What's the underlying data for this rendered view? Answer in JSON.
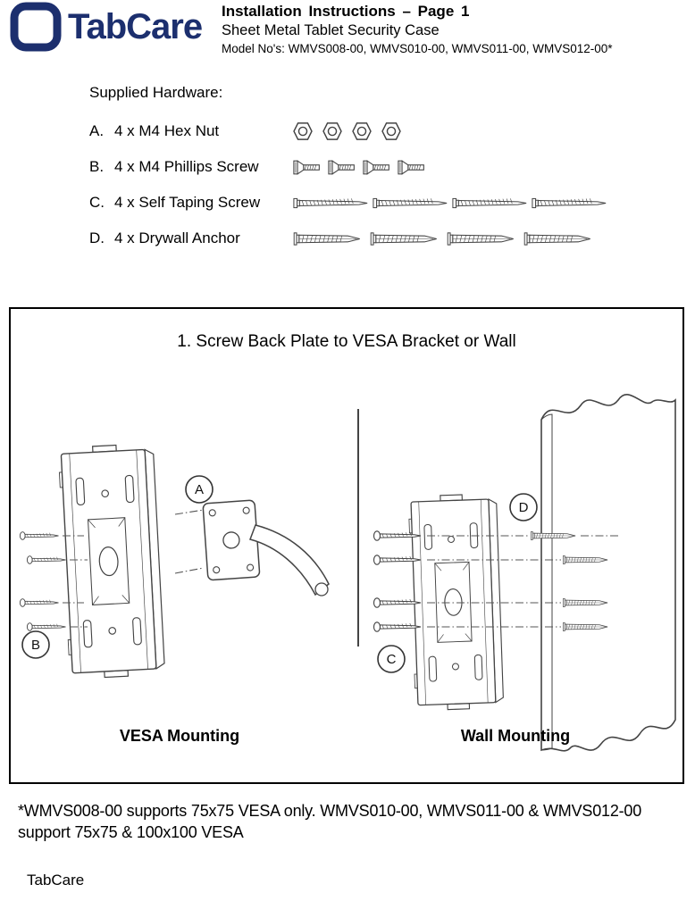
{
  "header": {
    "brand": "TabCare",
    "title": "Installation Instructions – Page 1",
    "subtitle": "Sheet Metal Tablet Security Case",
    "models": "Model No's: WMVS008-00, WMVS010-00, WMVS011-00, WMVS012-00*"
  },
  "hardware": {
    "heading": "Supplied Hardware:",
    "items": [
      {
        "letter": "A.",
        "label": "4 x M4 Hex Nut",
        "icon": "hex-nut-icon",
        "icon_count": 4
      },
      {
        "letter": "B.",
        "label": "4 x M4 Phillips Screw",
        "icon": "phillips-screw-icon",
        "icon_count": 4
      },
      {
        "letter": "C.",
        "label": "4 x Self Taping Screw",
        "icon": "self-taping-screw-icon",
        "icon_count": 4
      },
      {
        "letter": "D.",
        "label": "4 x Drywall Anchor",
        "icon": "drywall-anchor-icon",
        "icon_count": 4
      }
    ]
  },
  "diagram": {
    "step_title": "1. Screw Back Plate to VESA Bracket or Wall",
    "left_caption": "VESA Mounting",
    "right_caption": "Wall Mounting",
    "labels": {
      "a": "A",
      "b": "B",
      "c": "C",
      "d": "D"
    }
  },
  "footnote": "*WMVS008-00 supports 75x75 VESA only. WMVS010-00, WMVS011-00 & WMVS012-00 support 75x75 & 100x100 VESA",
  "footer_brand": "TabCare",
  "colors": {
    "brand_navy": "#1c2f6e",
    "line_art": "#444444",
    "panel_border": "#000000"
  }
}
